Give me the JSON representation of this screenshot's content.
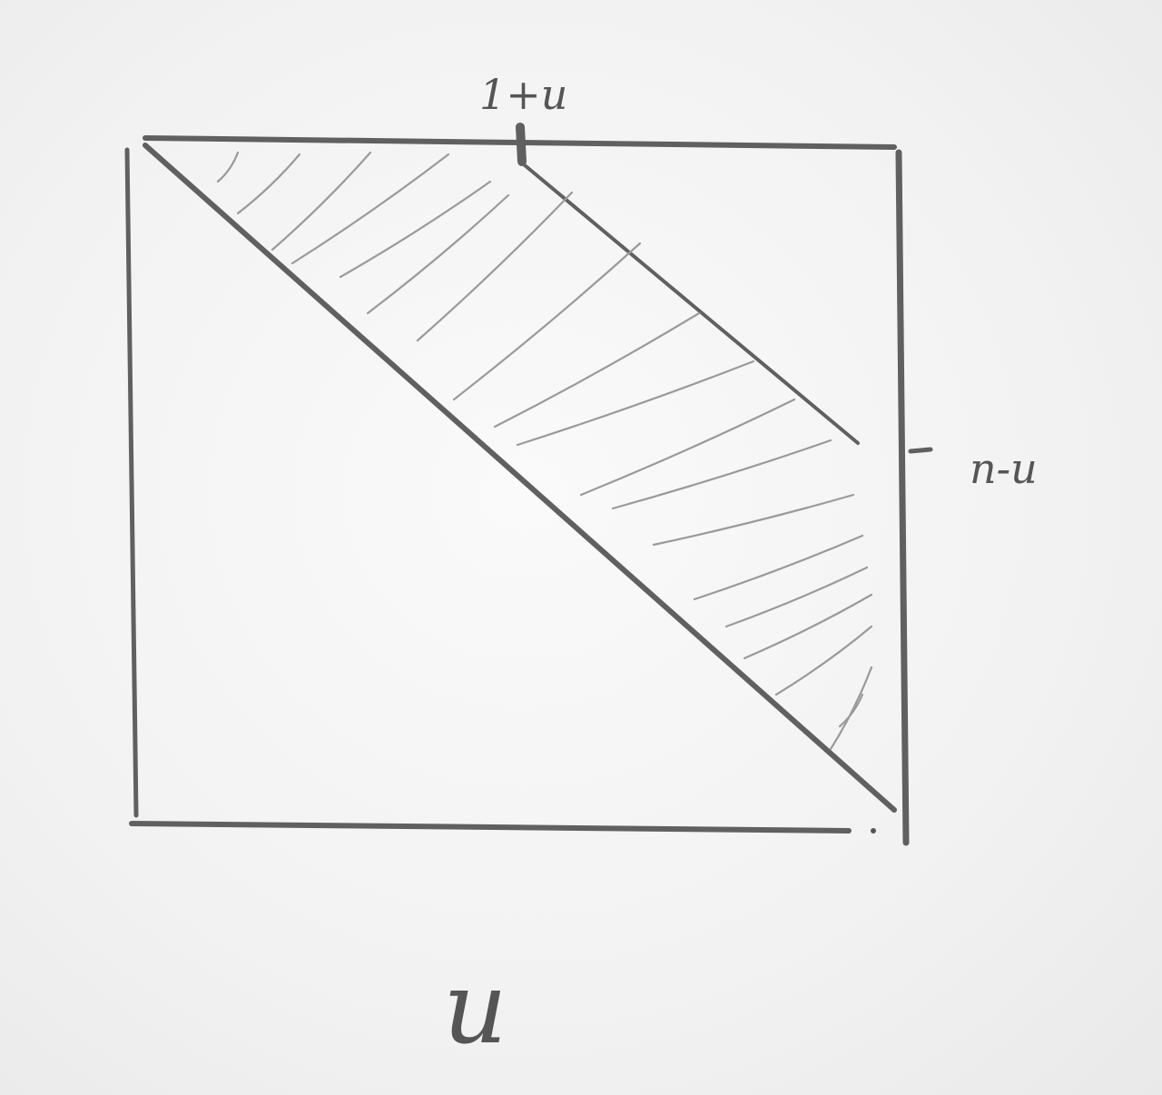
{
  "diagram": {
    "top_tick_label": "1+u",
    "right_tick_label": "n-u",
    "bottom_caption": "u"
  },
  "colors": {
    "paper": "#f3f3f3",
    "pencil_dark": "#606060",
    "pencil_light": "#9a9a9a"
  }
}
